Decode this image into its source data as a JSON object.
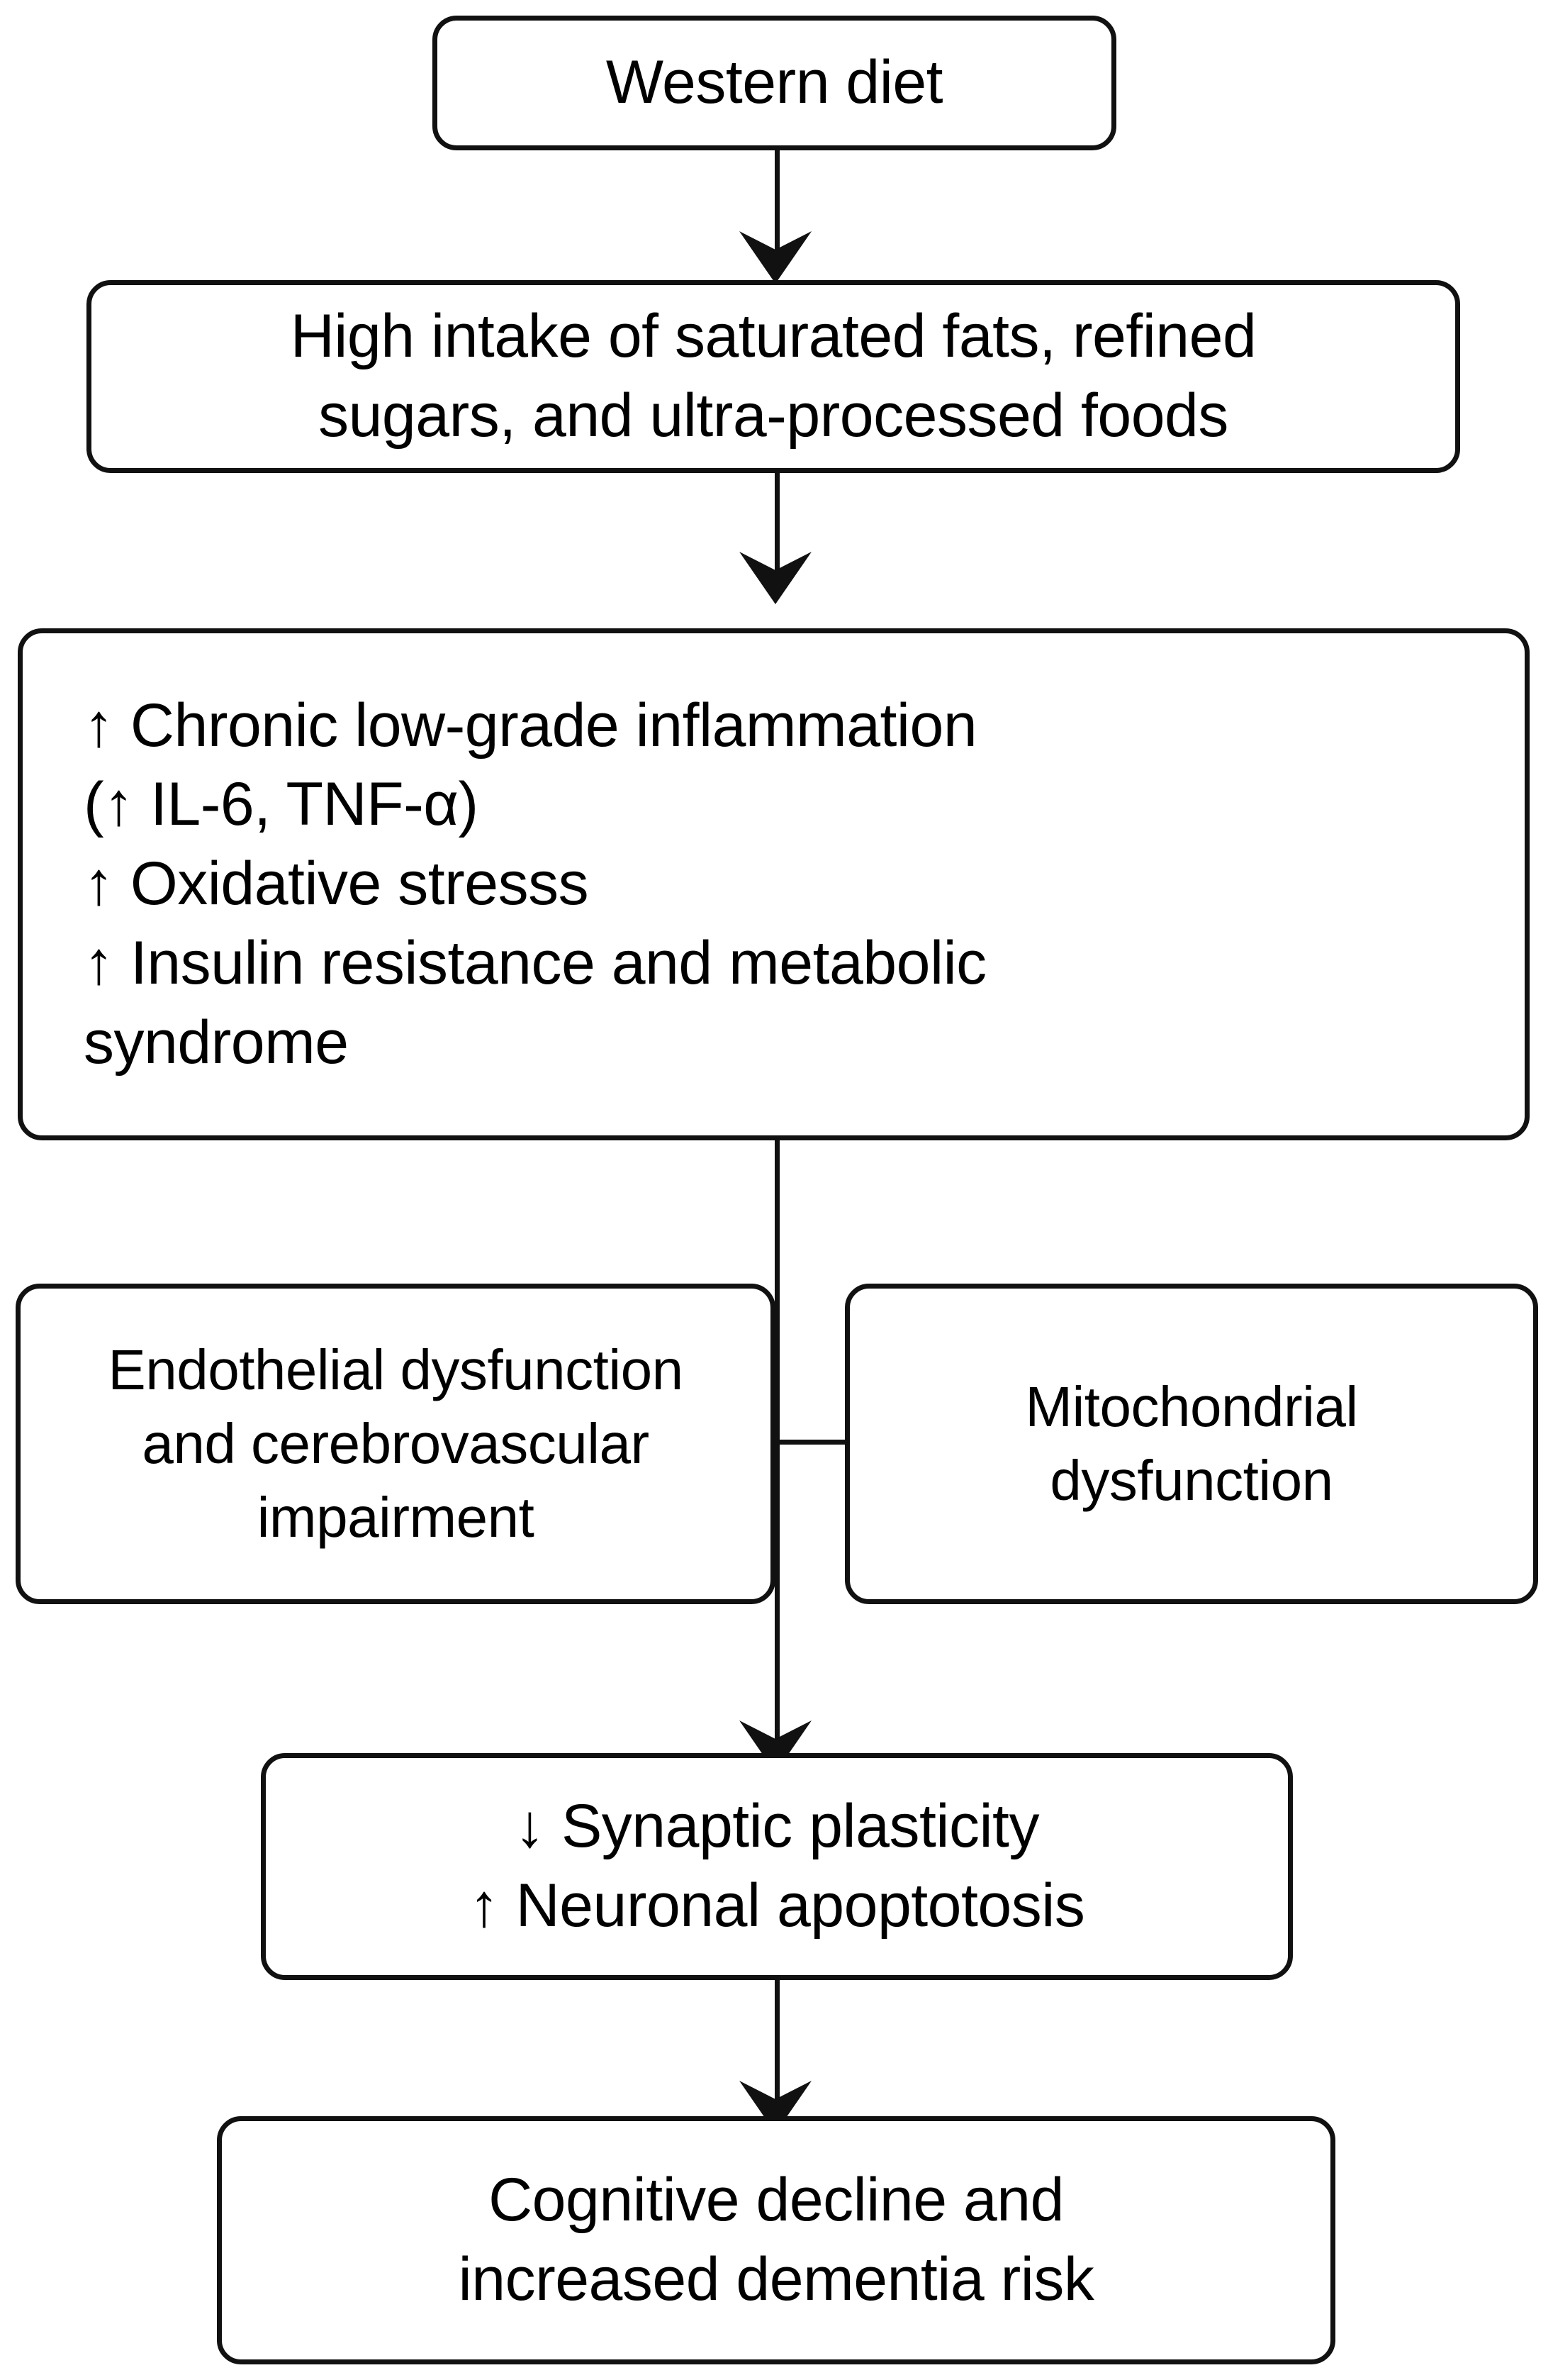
{
  "diagram": {
    "title": "Western diet pathway to cognitive decline",
    "colors": {
      "stroke": "#111111",
      "background": "#ffffff",
      "text": "#000000"
    },
    "nodes": {
      "western_diet": "Western diet",
      "high_intake": "High intake of saturated fats, refined\nsugars, and ultra-processed foods",
      "inflammation": "↑ Chronic low-grade inflammation\n(↑ IL-6, TNF-α)\n↑ Oxidative stresss\n↑ Insulin resistance  and metabolic\nsyndrome",
      "endothelial": "Endothelial dysfunction\nand cerebrovascular\nimpairment",
      "mitochondrial": "Mitochondrial\ndysfunction",
      "synaptic": "↓ Synaptic plasticity\n↑ Neuronal apoptotosis",
      "cognitive": "Cognitive decline and\nincreased dementia risk"
    },
    "edges": [
      {
        "from": "western_diet",
        "to": "high_intake",
        "type": "arrow-down"
      },
      {
        "from": "high_intake",
        "to": "inflammation",
        "type": "arrow-down"
      },
      {
        "from": "inflammation",
        "to": "synaptic",
        "type": "arrow-down"
      },
      {
        "from": "inflammation",
        "to": "endothelial",
        "type": "branch-left"
      },
      {
        "from": "inflammation",
        "to": "mitochondrial",
        "type": "branch-right"
      },
      {
        "from": "synaptic",
        "to": "cognitive",
        "type": "arrow-down"
      }
    ]
  }
}
